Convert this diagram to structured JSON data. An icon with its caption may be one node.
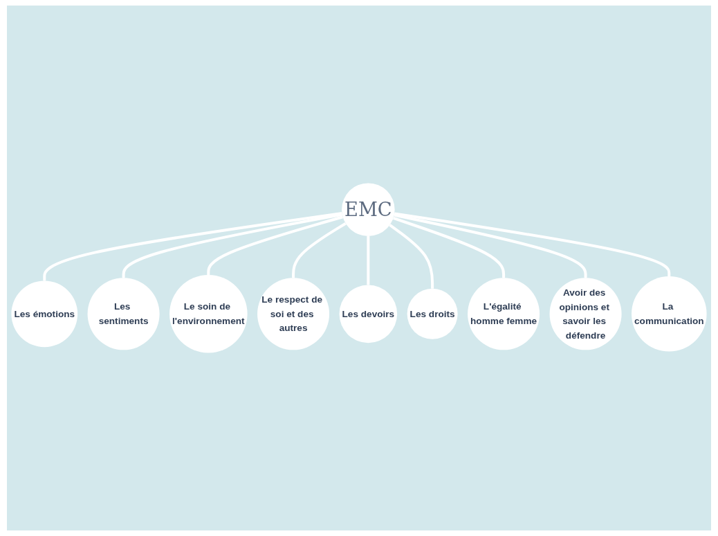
{
  "diagram": {
    "nodes": [
      {
        "text": [
          "EMC"
        ]
      },
      {
        "text": [
          "Les émotions"
        ]
      },
      {
        "text": [
          "Les sentiments"
        ]
      },
      {
        "text": [
          "Le soin de l'environnement"
        ]
      },
      {
        "text": [
          "Le respect de soi et des autres"
        ]
      },
      {
        "text": [
          "Les devoirs"
        ]
      },
      {
        "text": [
          "Les droits"
        ]
      },
      {
        "text": [
          "L'égalité homme femme"
        ]
      },
      {
        "text": [
          "Avoir des opinions et savoir les défendre"
        ]
      },
      {
        "text": [
          "La communication"
        ]
      }
    ],
    "edges": [
      {
        "from": 0,
        "to": 1,
        "arrow": "none"
      },
      {
        "from": 0,
        "to": 2,
        "arrow": "none"
      },
      {
        "from": 0,
        "to": 3,
        "arrow": "none"
      },
      {
        "from": 0,
        "to": 4,
        "arrow": "none"
      },
      {
        "from": 0,
        "to": 5,
        "arrow": "none"
      },
      {
        "from": 0,
        "to": 6,
        "arrow": "none"
      },
      {
        "from": 0,
        "to": 7,
        "arrow": "none"
      },
      {
        "from": 0,
        "to": 8,
        "arrow": "none"
      },
      {
        "from": 0,
        "to": 9,
        "arrow": "none"
      }
    ]
  }
}
